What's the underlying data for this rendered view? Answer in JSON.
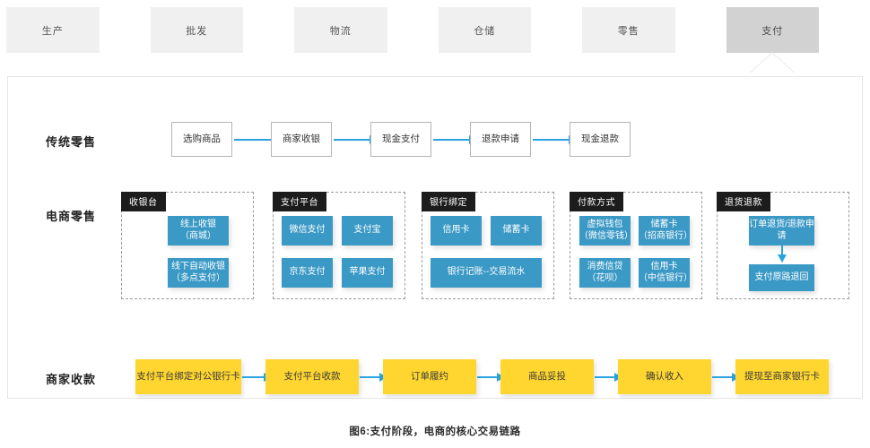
{
  "tabs": [
    {
      "label": "生产",
      "active": false
    },
    {
      "label": "批发",
      "active": false
    },
    {
      "label": "物流",
      "active": false
    },
    {
      "label": "仓储",
      "active": false
    },
    {
      "label": "零售",
      "active": false
    },
    {
      "label": "支付",
      "active": true
    }
  ],
  "rows": {
    "traditional_retail": {
      "label": "传统零售",
      "nodes": [
        "选购商品",
        "商家收银",
        "现金支付",
        "退款申请",
        "现金退款"
      ]
    },
    "ecommerce_retail": {
      "label": "电商零售",
      "groups": [
        {
          "badge": "收银台",
          "nodes": [
            "线上收银\n（商城）",
            "线下自动收银\n（多点支付）"
          ]
        },
        {
          "badge": "支付平台",
          "nodes": [
            "微信支付",
            "支付宝",
            "京东支付",
            "苹果支付"
          ]
        },
        {
          "badge": "银行绑定",
          "nodes": [
            "信用卡",
            "储蓄卡",
            "银行记账--交易流水"
          ]
        },
        {
          "badge": "付款方式",
          "nodes": [
            "虚拟钱包\n（微信零钱）",
            "储蓄卡\n（招商银行）",
            "消费信贷\n（花呗）",
            "信用卡\n（中信银行）"
          ]
        },
        {
          "badge": "退货退款",
          "nodes": [
            "订单退货/退款申\n请",
            "支付原路退回"
          ]
        }
      ]
    },
    "merchant_receipt": {
      "label": "商家收款",
      "nodes": [
        "支付平台绑定对公银行卡",
        "支付平台收款",
        "订单履约",
        "商品妥投",
        "确认收入",
        "提现至商家银行卡"
      ]
    }
  },
  "caption": "图6:支付阶段，电商的核心交易链路",
  "colors": {
    "tab_inactive": "#f0f0f0",
    "tab_active": "#d2d2d2",
    "arrow": "#29a3e0",
    "blue_node": "#3b99c6",
    "yellow_node": "#ffd630",
    "badge": "#1c1c1c",
    "panel_border": "#e6e6e6"
  }
}
